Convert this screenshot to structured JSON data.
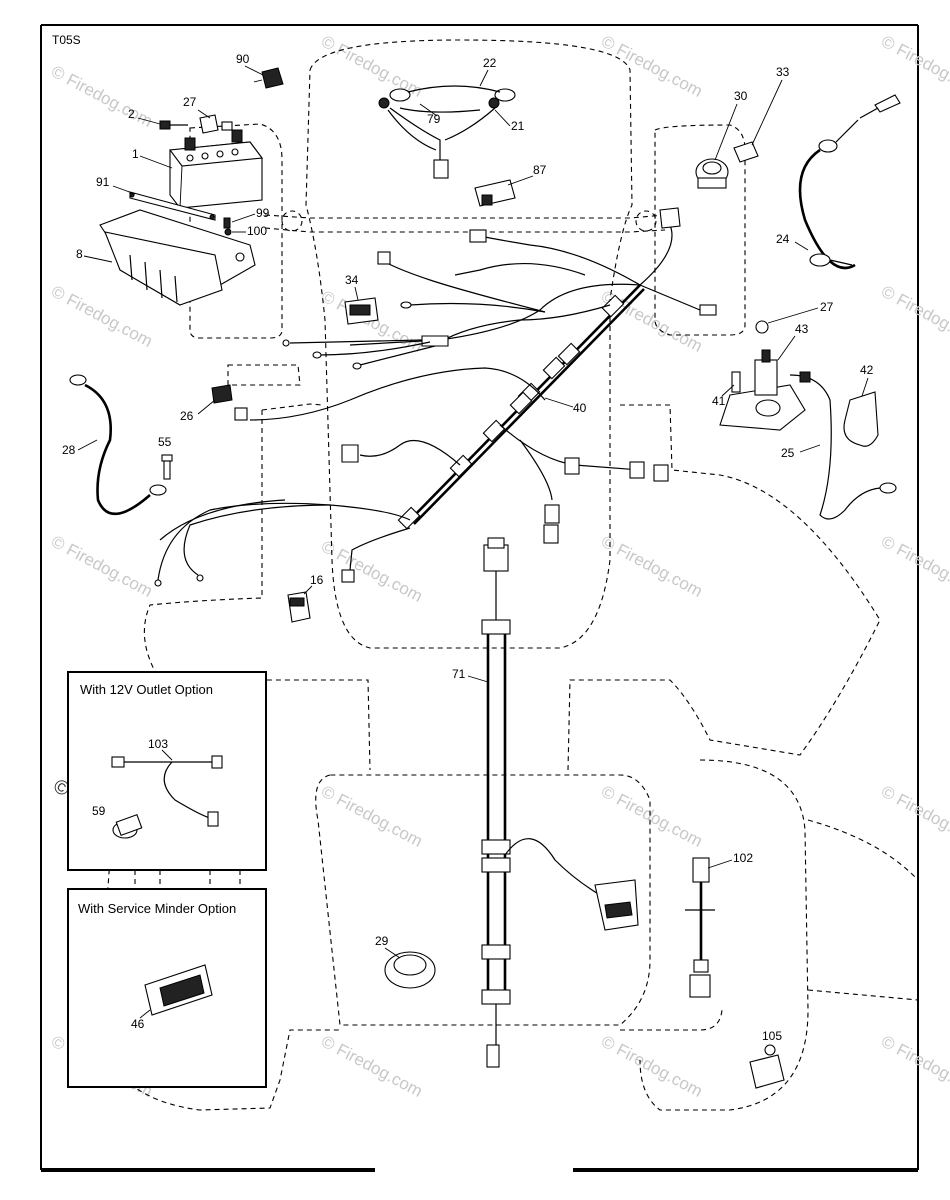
{
  "diagram_code": "T05S",
  "watermark": "© Firedog.com",
  "insets": {
    "outlet_title": "With 12V Outlet Option",
    "minder_title": "With Service Minder Option"
  },
  "callouts": {
    "p90": "90",
    "p22": "22",
    "p33": "33",
    "p30": "30",
    "p27a": "27",
    "p2": "2",
    "p79": "79",
    "p21": "21",
    "p1": "1",
    "p87": "87",
    "p91": "91",
    "p99": "99",
    "p100": "100",
    "p8": "8",
    "p24": "24",
    "p34": "34",
    "p27b": "27",
    "p43": "43",
    "p42": "42",
    "p41": "41",
    "p40": "40",
    "p26": "26",
    "p25": "25",
    "p28": "28",
    "p55": "55",
    "p16": "16",
    "p71": "71",
    "p103": "103",
    "p59": "59",
    "p102": "102",
    "p29": "29",
    "p46": "46",
    "p105": "105"
  }
}
